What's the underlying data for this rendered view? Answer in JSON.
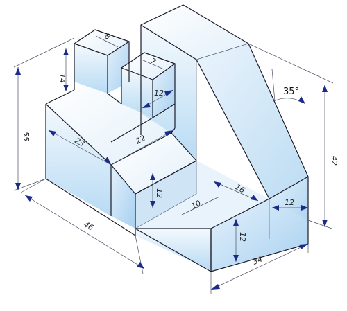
{
  "colors": {
    "face_light": "#f2f8fd",
    "face_mid": "#d6e9f8",
    "face_dark": "#a9d0f0",
    "edge": "#1b1b2a",
    "arrow": "#1c2a8a"
  },
  "dimensions": {
    "d8": "8",
    "d14": "14",
    "d7": "7",
    "d12_top": "12",
    "d23": "23",
    "d22": "22",
    "d55": "55",
    "d12_step": "12",
    "d16": "16",
    "d10": "10",
    "d12_right": "12",
    "d12_front": "12",
    "d46": "46",
    "d34": "34",
    "d42": "42"
  },
  "angle": "35°"
}
